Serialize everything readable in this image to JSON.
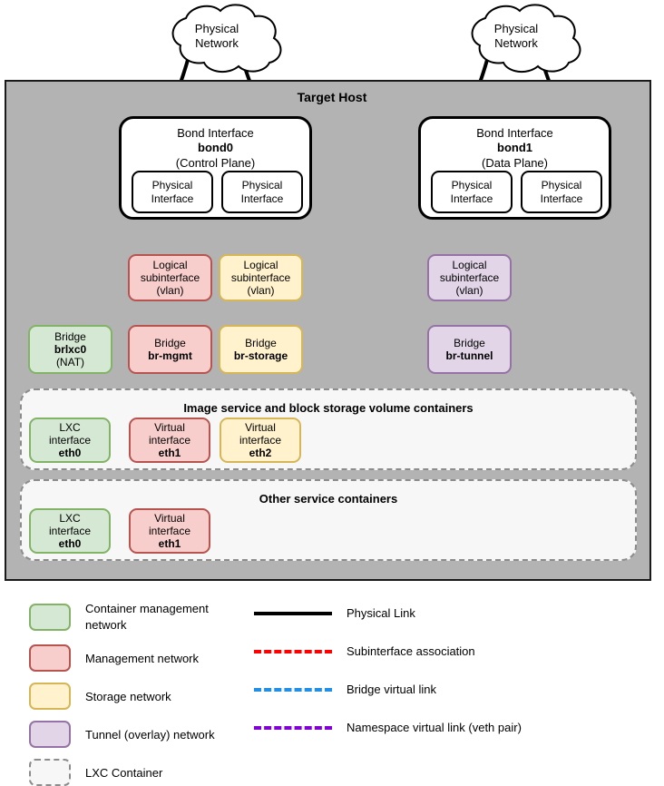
{
  "diagram": {
    "title": "Target Host",
    "clouds": [
      {
        "name": "physical-network-left",
        "line1": "Physical",
        "line2": "Network"
      },
      {
        "name": "physical-network-right",
        "line1": "Physical",
        "line2": "Network"
      }
    ],
    "bonds": [
      {
        "name": "bond0",
        "title": "Bond Interface",
        "id": "bond0",
        "role": "(Control Plane)",
        "ports": [
          {
            "line1": "Physical",
            "line2": "Interface"
          },
          {
            "line1": "Physical",
            "line2": "Interface"
          }
        ]
      },
      {
        "name": "bond1",
        "title": "Bond Interface",
        "id": "bond1",
        "role": "(Data Plane)",
        "ports": [
          {
            "line1": "Physical",
            "line2": "Interface"
          },
          {
            "line1": "Physical",
            "line2": "Interface"
          }
        ]
      }
    ],
    "subinterfaces": [
      {
        "name": "subinterface-mgmt",
        "line1": "Logical",
        "line2": "subinterface",
        "line3": "(vlan)",
        "color": "management"
      },
      {
        "name": "subinterface-storage",
        "line1": "Logical",
        "line2": "subinterface",
        "line3": "(vlan)",
        "color": "storage"
      },
      {
        "name": "subinterface-tunnel",
        "line1": "Logical",
        "line2": "subinterface",
        "line3": "(vlan)",
        "color": "tunnel"
      }
    ],
    "bridges": [
      {
        "name": "bridge-brlxc0",
        "label": "Bridge",
        "id": "brlxc0",
        "note": "(NAT)",
        "color": "container-management"
      },
      {
        "name": "bridge-br-mgmt",
        "label": "Bridge",
        "id": "br-mgmt",
        "note": "",
        "color": "management"
      },
      {
        "name": "bridge-br-storage",
        "label": "Bridge",
        "id": "br-storage",
        "note": "",
        "color": "storage"
      },
      {
        "name": "bridge-br-tunnel",
        "label": "Bridge",
        "id": "br-tunnel",
        "note": "",
        "color": "tunnel"
      }
    ],
    "containers": [
      {
        "name": "image-block-storage-containers",
        "title": "Image service and block storage volume containers",
        "interfaces": [
          {
            "line1": "LXC",
            "line2": "interface",
            "id": "eth0",
            "color": "container-management"
          },
          {
            "line1": "Virtual",
            "line2": "interface",
            "id": "eth1",
            "color": "management"
          },
          {
            "line1": "Virtual",
            "line2": "interface",
            "id": "eth2",
            "color": "storage"
          }
        ]
      },
      {
        "name": "other-service-containers",
        "title": "Other service containers",
        "interfaces": [
          {
            "line1": "LXC",
            "line2": "interface",
            "id": "eth0",
            "color": "container-management"
          },
          {
            "line1": "Virtual",
            "line2": "interface",
            "id": "eth1",
            "color": "management"
          }
        ]
      }
    ]
  },
  "legend": {
    "swatches": [
      {
        "name": "legend-container-management",
        "label": "Container management network",
        "fill": "#d5e8d4",
        "stroke": "#82b366"
      },
      {
        "name": "legend-management",
        "label": "Management network",
        "fill": "#f8cecc",
        "stroke": "#b85450"
      },
      {
        "name": "legend-storage",
        "label": "Storage network",
        "fill": "#fff2cc",
        "stroke": "#d6b656"
      },
      {
        "name": "legend-tunnel",
        "label": "Tunnel (overlay) network",
        "fill": "#e1d5e7",
        "stroke": "#9673a6"
      },
      {
        "name": "legend-lxc-container",
        "label": "LXC Container",
        "fill": "#f7f7f7",
        "stroke": "#8c8c8c"
      }
    ],
    "lines": [
      {
        "name": "legend-physical-link",
        "label": "Physical Link",
        "color": "#000000",
        "style": "solid"
      },
      {
        "name": "legend-subinterface-association",
        "label": "Subinterface association",
        "color": "#ff0000",
        "style": "dashed"
      },
      {
        "name": "legend-bridge-virtual-link",
        "label": "Bridge virtual link",
        "color": "#1f8fe8",
        "style": "dashed"
      },
      {
        "name": "legend-namespace-virtual-link",
        "label": "Namespace virtual link (veth pair)",
        "color": "#8000d7",
        "style": "dashed"
      }
    ]
  },
  "colors": {
    "container_management_fill": "#d5e8d4",
    "container_management_stroke": "#82b366",
    "management_fill": "#f8cecc",
    "management_stroke": "#b85450",
    "storage_fill": "#fff2cc",
    "storage_stroke": "#d6b656",
    "tunnel_fill": "#e1d5e7",
    "tunnel_stroke": "#9673a6",
    "host_fill": "#b3b3b3",
    "host_stroke": "#1a1a1a",
    "physical_link": "#000000",
    "subinterface_link": "#ff0000",
    "bridge_link": "#1f8fe8",
    "namespace_link": "#8000d7"
  }
}
